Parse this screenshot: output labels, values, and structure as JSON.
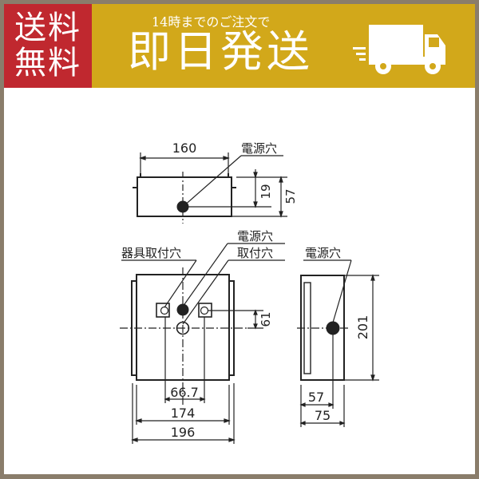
{
  "banner": {
    "free_shipping": {
      "line1": "送料",
      "line2": "無料",
      "color": "#c0282f"
    },
    "same_day": {
      "subtitle": "14時までのご注文で",
      "headline": "即日発送",
      "color": "#d2a81a",
      "icon": "truck-icon"
    },
    "border_color": "#8a7d6b"
  },
  "diagram": {
    "top_view": {
      "width_dim": "160",
      "label_power_hole": "電源穴",
      "dim_19": "19",
      "dim_57": "57"
    },
    "front_view": {
      "label_fixture_mount_hole": "器具取付穴",
      "label_power_hole": "電源穴",
      "label_mount_hole": "取付穴",
      "dim_61": "61",
      "dim_66_7": "66.7",
      "dim_174": "174",
      "dim_196": "196"
    },
    "side_view": {
      "label_power_hole": "電源穴",
      "dim_201": "201",
      "dim_57": "57",
      "dim_75": "75"
    }
  }
}
